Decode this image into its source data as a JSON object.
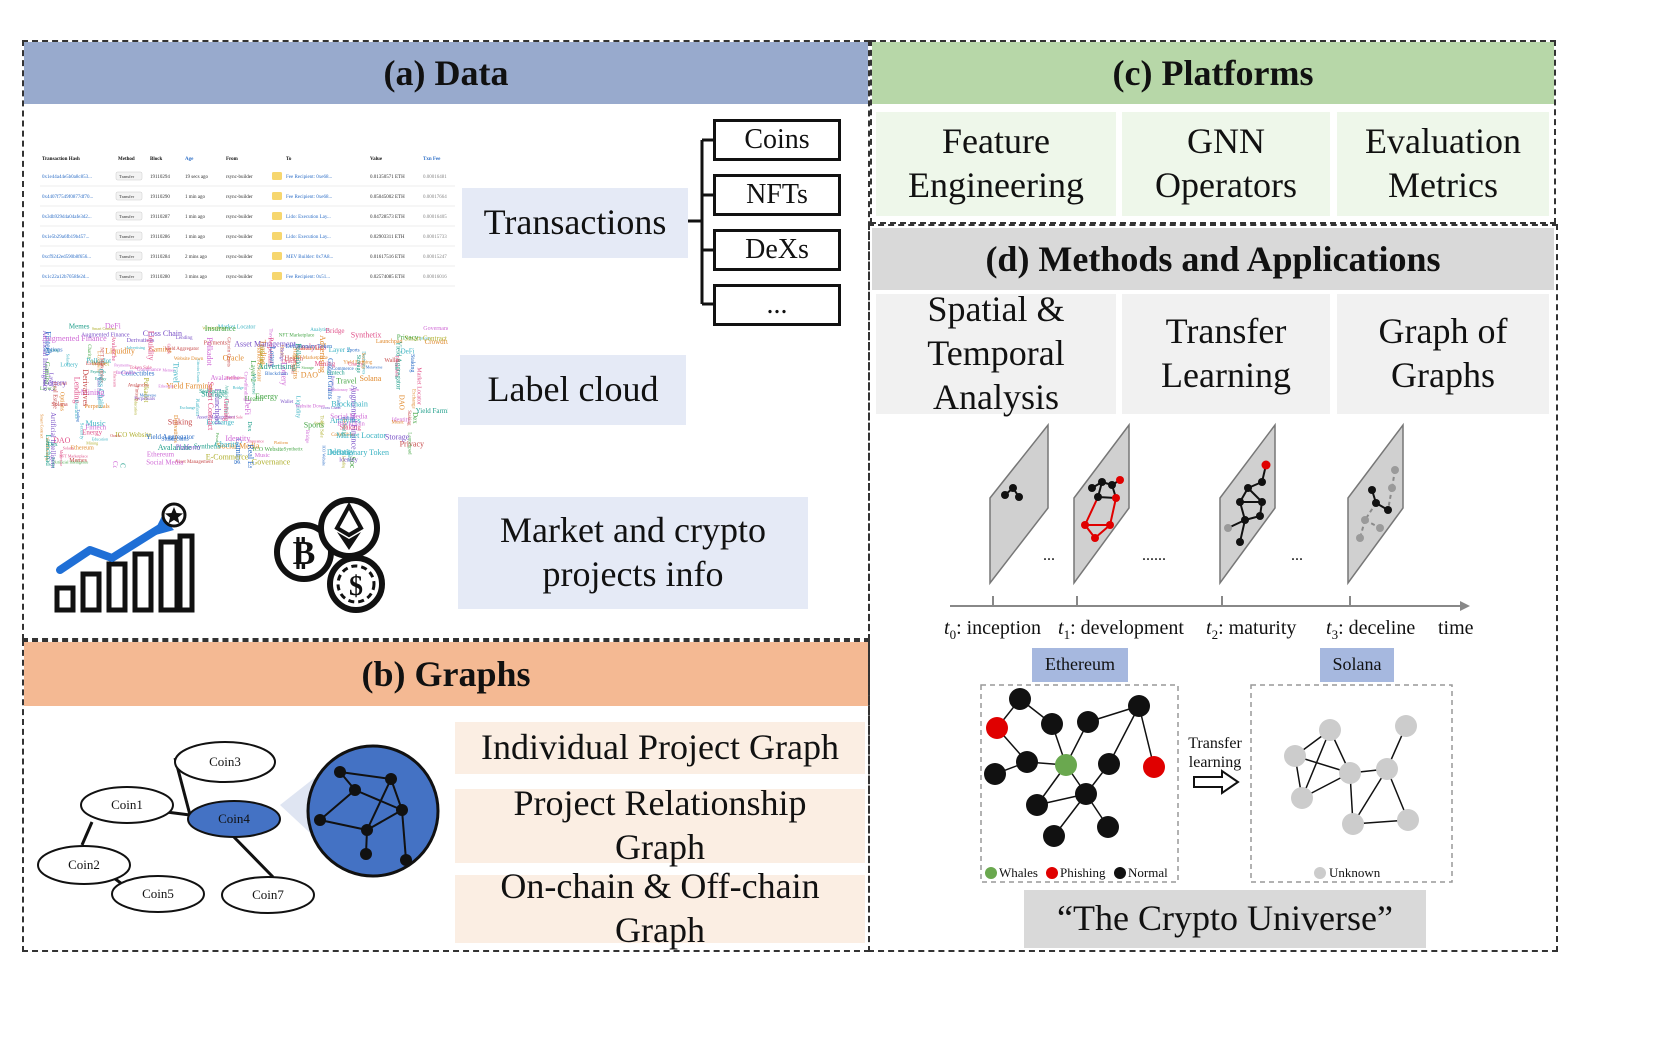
{
  "panel_a": {
    "title": "(a) Data",
    "transactions_label": "Transactions",
    "asset_types": [
      "Coins",
      "NFTs",
      "DeXs",
      "..."
    ],
    "label_cloud": "Label cloud",
    "market_info": "Market and crypto projects info",
    "table": {
      "headers": [
        "Transaction Hash",
        "Method",
        "Block",
        "Age",
        "From",
        "To",
        "Value",
        "Txn Fee"
      ],
      "rows": [
        [
          "0x1e44a44e5b0a8c853...",
          "Transfer",
          "19110294",
          "19 secs ago",
          "rsync-builder",
          "Fee Recipient: 0xe68...",
          "0.01350571 ETH",
          "0.00016481"
        ],
        [
          "0x4407f7549f0877df70...",
          "Transfer",
          "19110290",
          "1 min ago",
          "rsync-builder",
          "Fee Recipient: 0xe68...",
          "0.05045002 ETH",
          "0.00017664"
        ],
        [
          "0x3db929d4a04afe3d2...",
          "Transfer",
          "19110287",
          "1 min ago",
          "rsync-builder",
          "Lido: Execution Lay...",
          "0.04728573 ETH",
          "0.00016405"
        ],
        [
          "0x1e5b29a6fb19b457...",
          "Transfer",
          "19110286",
          "1 min ago",
          "rsync-builder",
          "Lido: Execution Lay...",
          "0.02903311 ETH",
          "0.00015733"
        ],
        [
          "0xcf9242ed590b8f656...",
          "Transfer",
          "19110284",
          "2 mins ago",
          "rsync-builder",
          "MEV Builder: 0x7A8...",
          "0.01617516 ETH",
          "0.00015247"
        ],
        [
          "0x1c22a12b7058fe2d...",
          "Transfer",
          "19110280",
          "3 mins ago",
          "rsync-builder",
          "Fee Recipient: 0x51...",
          "0.02574085 ETH",
          "0.00016016"
        ]
      ]
    },
    "cloud_words": [
      "Market Locator",
      "Ethereum",
      "DeFi",
      "Blockchain",
      "NFT Marketplace",
      "Staking",
      "Gaming",
      "Metaverse",
      "Lending",
      "Oracle",
      "Stablecoins",
      "DAO",
      "Yield Farming",
      "Launchpad",
      "Wallet",
      "Privacy",
      "Layer 2",
      "Bridge",
      "Exchange",
      "Social Media",
      "Music",
      "Sports",
      "Derivatives",
      "Insurance",
      "Lottery",
      "Token Sale",
      "Smart Contract",
      "Artificial Intelligence",
      "Fintech",
      "Polkadot",
      "Solana",
      "Avalanche",
      "Payments",
      "Identity",
      "Storage",
      "Governance",
      "Memes",
      "Collectibles",
      "Advertising",
      "Analytics",
      "Crowdfunding",
      "Real Estate",
      "E-Commerce",
      "Security",
      "Trading",
      "Platform",
      "Deflationary Token",
      "Gitcoin Grants",
      "ICO Website",
      "Website Down",
      "Synthetix",
      "Augmented Finance",
      "Cross Chain",
      "Yield Aggregator",
      "Mining",
      "Dex",
      "Education",
      "Health",
      "Energy",
      "Charity",
      "Travel",
      "Asset Management",
      "Options",
      "Perpetuals",
      "Liquidity"
    ],
    "cloud_colors": [
      "#3bb3c3",
      "#e0528a",
      "#7a52c7",
      "#4aa84a",
      "#e08a2e",
      "#2e6fc7",
      "#c74a4a",
      "#1f9e8a",
      "#b0b030",
      "#d06ad6"
    ]
  },
  "panel_b": {
    "title": "(b) Graphs",
    "nodes": [
      "Coin1",
      "Coin2",
      "Coin3",
      "Coin4",
      "Coin5",
      "Coin7"
    ],
    "labels": [
      "Individual Project Graph",
      "Project Relationship Graph",
      "On-chain & Off-chain Graph"
    ]
  },
  "panel_c": {
    "title": "(c) Platforms",
    "items": [
      "Feature Engineering",
      "GNN Operators",
      "Evaluation Metrics"
    ]
  },
  "panel_d": {
    "title": "(d) Methods and Applications",
    "items": [
      "Spatial & Temporal Analysis",
      "Transfer Learning",
      "Graph of Graphs"
    ],
    "timeline": {
      "stages": [
        {
          "sym": "t",
          "sub": "0",
          "label": ": inception"
        },
        {
          "sym": "t",
          "sub": "1",
          "label": ": development"
        },
        {
          "sym": "t",
          "sub": "2",
          "label": ": maturity"
        },
        {
          "sym": "t",
          "sub": "3",
          "label": ": deceline"
        }
      ],
      "axis_label": "time",
      "ellipses": [
        "...",
        "......",
        "..."
      ]
    },
    "ethereum": "Ethereum",
    "solana": "Solana",
    "transfer_label_1": "Transfer",
    "transfer_label_2": "learning",
    "legend": [
      "Whales",
      "Phishing",
      "Normal"
    ],
    "legend_colors": [
      "#6aa84f",
      "#e00000",
      "#000000"
    ],
    "unknown": "Unknown",
    "unknown_color": "#cccccc",
    "universe": "“The Crypto Universe”"
  },
  "colors": {
    "data_header": "#98aacd",
    "graphs_header": "#f4b993",
    "platforms_header": "#b7d7a8",
    "methods_header": "#d9d9d9",
    "coin4": "#4472c4",
    "chart_blue": "#1f6fd6"
  }
}
